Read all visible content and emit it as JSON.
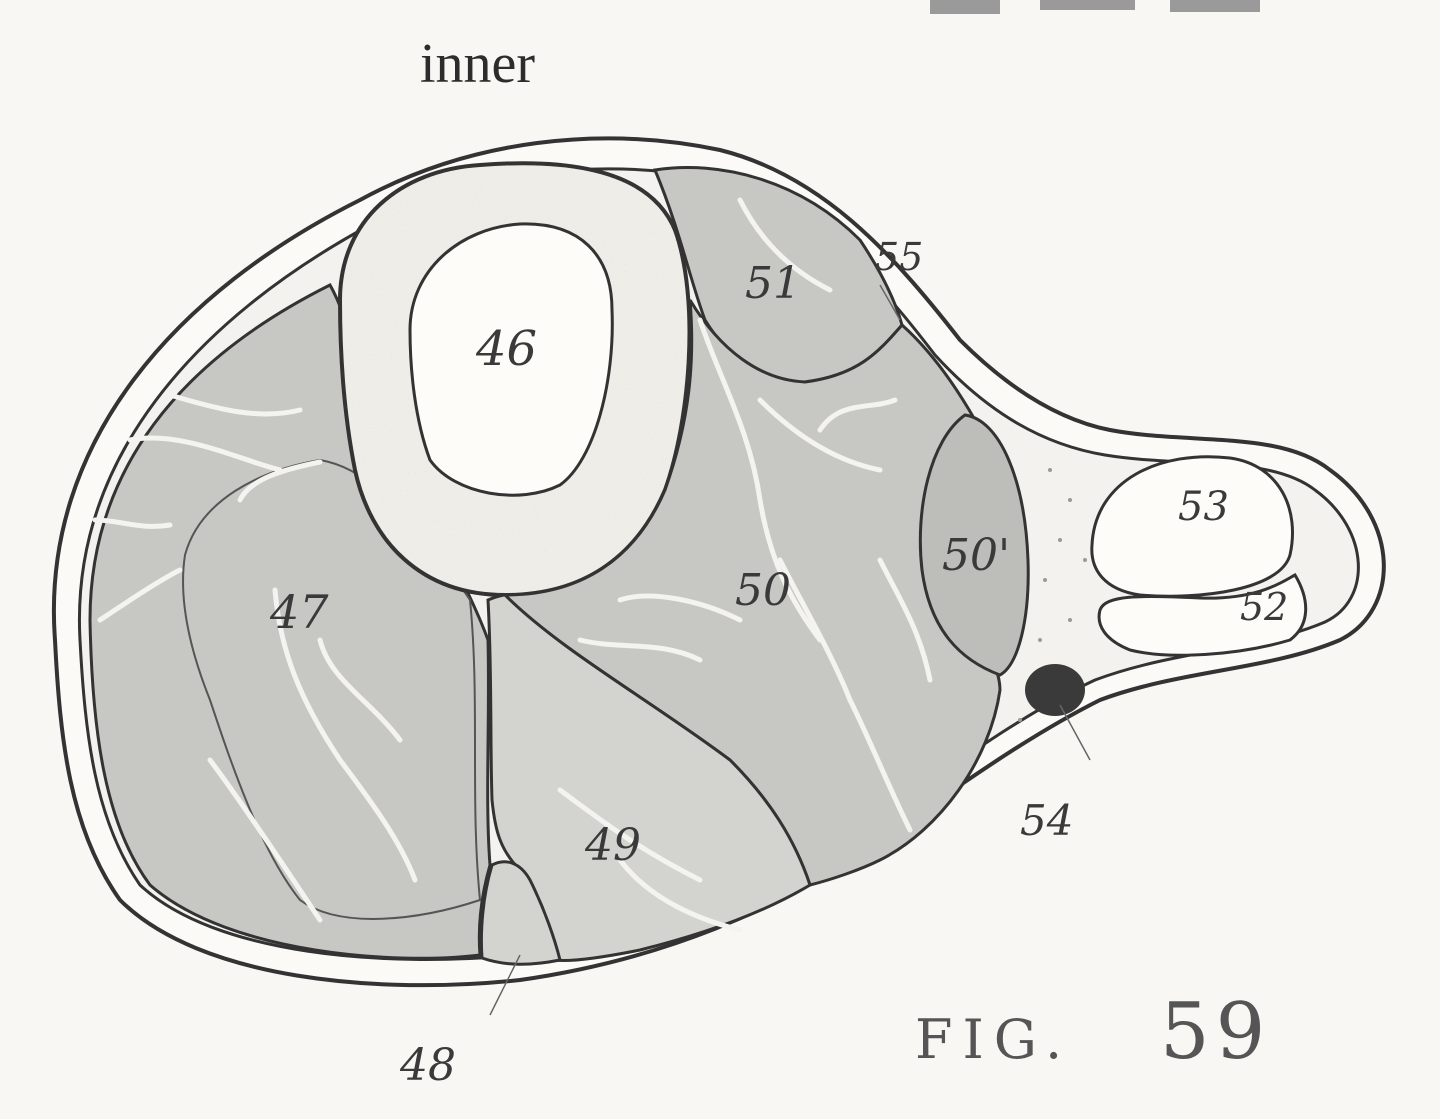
{
  "orientation_label": "inner",
  "figure_caption": {
    "prefix": "FIG.",
    "number": "59"
  },
  "labels": {
    "l46": "46",
    "l47": "47",
    "l48": "48",
    "l49": "49",
    "l50": "50",
    "l50p": "50'",
    "l51": "51",
    "l52": "52",
    "l53": "53",
    "l54": "54",
    "l55": "55"
  },
  "colors": {
    "background": "#f8f7f3",
    "muscle": "#c9c9c5",
    "muscle_light": "#d7d7d3",
    "outline": "#333333",
    "vessel": "#3a3a3a"
  }
}
